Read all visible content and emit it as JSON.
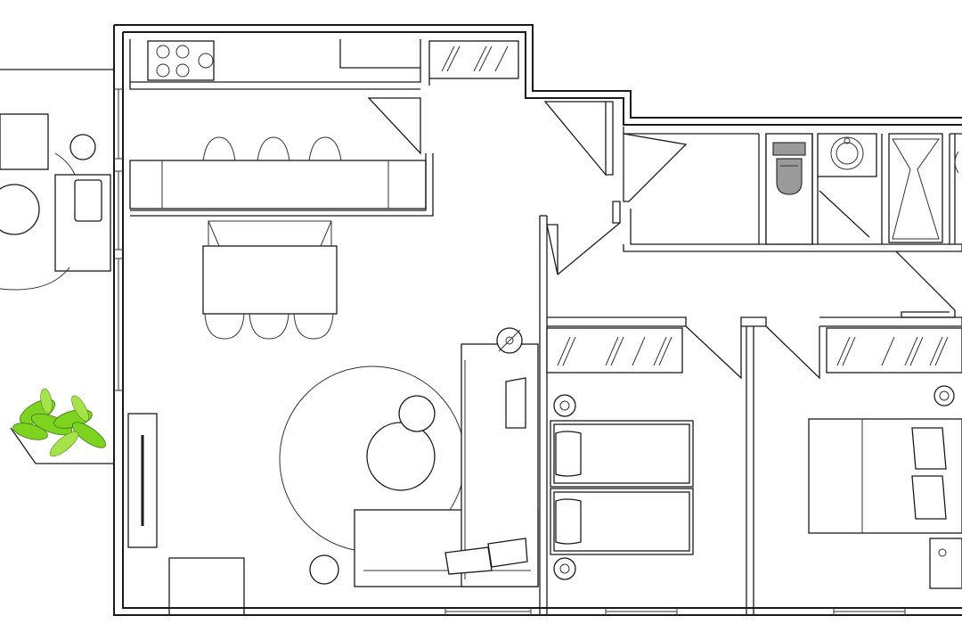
{
  "plan": {
    "rooms": [
      "kitchen",
      "living-dining",
      "hallway",
      "bathroom",
      "bedroom-twin",
      "bedroom-double",
      "balcony"
    ],
    "colors": {
      "line": "#1a1a1a",
      "background": "#ffffff",
      "toilet": "#9a9a9a",
      "plant": "#7ed321"
    },
    "icons": [
      "sofa-icon",
      "bed-icon",
      "toilet-icon",
      "sink-icon",
      "shower-icon",
      "cooktop-icon",
      "plant-icon",
      "table-icon",
      "chair-icon",
      "door-icon",
      "window-icon",
      "wardrobe-icon",
      "lamp-icon"
    ]
  }
}
